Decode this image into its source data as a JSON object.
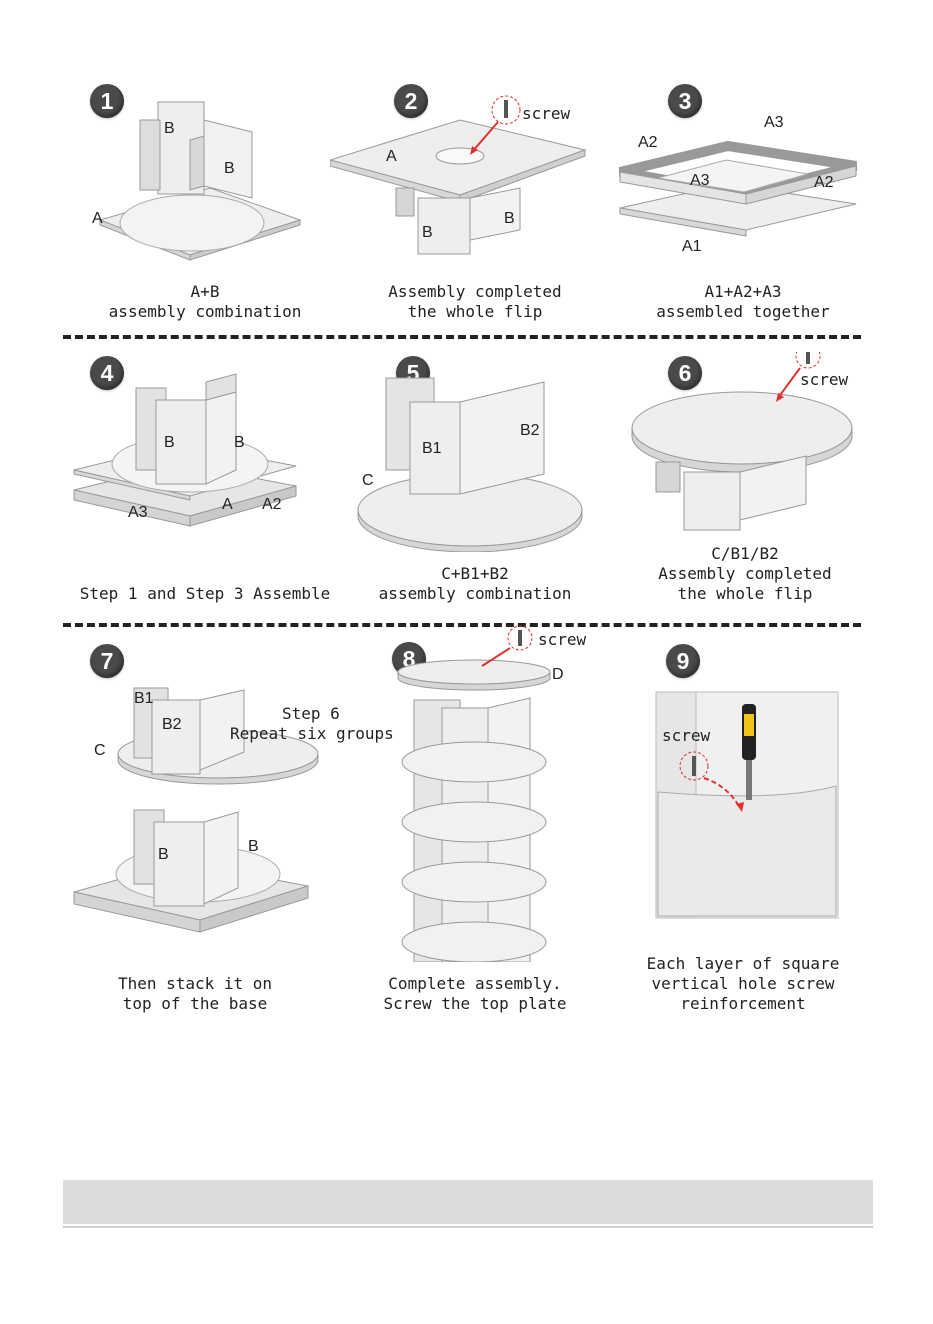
{
  "steps": [
    {
      "number": "1",
      "caption": "A+B\nassembly combination",
      "labels": [
        "B",
        "B",
        "A"
      ]
    },
    {
      "number": "2",
      "caption": "Assembly completed\nthe whole flip",
      "labels": [
        "A",
        "B",
        "B"
      ],
      "callout": "screw"
    },
    {
      "number": "3",
      "caption": "A1+A2+A3\nassembled together",
      "labels": [
        "A2",
        "A3",
        "A3",
        "A2",
        "A1"
      ]
    },
    {
      "number": "4",
      "caption": "Step 1 and Step 3 Assemble",
      "labels": [
        "B",
        "B",
        "A3",
        "A",
        "A2"
      ]
    },
    {
      "number": "5",
      "caption": "C+B1+B2\nassembly combination",
      "labels": [
        "B1",
        "B2",
        "C"
      ]
    },
    {
      "number": "6",
      "caption": "C/B1/B2\nAssembly completed\nthe whole flip",
      "labels": [],
      "callout": "screw"
    },
    {
      "number": "7",
      "caption": "Then stack it on\ntop of the base",
      "labels": [
        "B1",
        "B2",
        "C",
        "B",
        "B"
      ],
      "note_line1": "Step 6",
      "note_line2": "Repeat six groups"
    },
    {
      "number": "8",
      "caption": "Complete assembly.\nScrew the top plate",
      "labels": [
        "D"
      ],
      "callout": "screw"
    },
    {
      "number": "9",
      "caption": "Each layer of square\nvertical hole screw\nreinforcement",
      "labels": [],
      "callout": "screw"
    }
  ],
  "colors": {
    "panel": "#eeeeee",
    "edge": "#9a9a9a",
    "badge": "#4a4a4a",
    "arrow": "#e03030"
  }
}
